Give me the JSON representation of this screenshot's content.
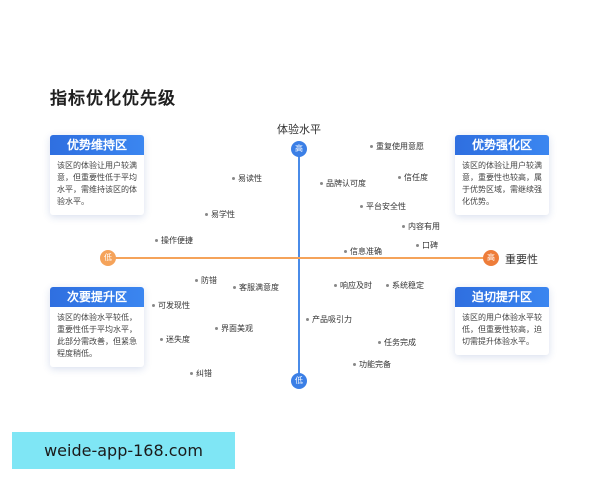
{
  "title": "指标优化优先级",
  "axes": {
    "vertical_label": "体验水平",
    "horizontal_label": "重要性",
    "top_marker": "高",
    "bottom_marker": "低",
    "left_marker": "低",
    "right_marker": "高"
  },
  "quadrants": {
    "top_left": {
      "title": "优势维持区",
      "desc": "该区的体验让用户较满意，但重要性低于平均水平，需维持该区的体验水平。"
    },
    "top_right": {
      "title": "优势强化区",
      "desc": "该区的体验让用户较满意，重要性也较高，属于优势区域，需继续强化优势。"
    },
    "bottom_left": {
      "title": "次要提升区",
      "desc": "该区的体验水平较低，重要性低于平均水平，此部分需改善，但紧急程度稍低。"
    },
    "bottom_right": {
      "title": "迫切提升区",
      "desc": "该区的用户体验水平较低，但重要性较高，迫切需提升体验水平。"
    }
  },
  "items": [
    "易读性",
    "易学性",
    "操作便捷",
    "重复使用意愿",
    "品牌认可度",
    "信任度",
    "平台安全性",
    "内容有用",
    "口碑",
    "信息准确",
    "防错",
    "客服满意度",
    "可发现性",
    "界面美观",
    "迷失度",
    "纠错",
    "响应及时",
    "系统稳定",
    "产品吸引力",
    "任务完成",
    "功能完备"
  ],
  "watermark": "weide-app-168.com",
  "colors": {
    "accent_blue": "#3b7fe6",
    "axis_blue": "#4a8be8",
    "axis_orange": "#f5a35a",
    "high_orange": "#ee7d3a"
  }
}
